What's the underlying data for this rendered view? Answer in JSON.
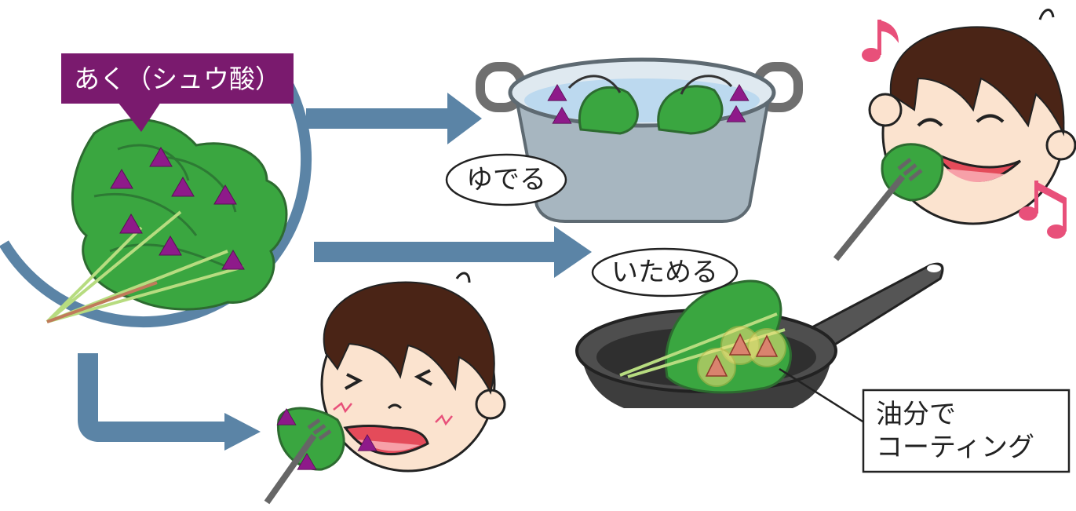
{
  "labels": {
    "aku": "あく（シュウ酸）",
    "boil": "ゆでる",
    "stir_fry": "いためる",
    "oil_line1": "油分で",
    "oil_line2": "コーティング"
  },
  "colors": {
    "arrow_blue": "#5b84a6",
    "label_purple": "#7a1a6e",
    "leaf_green": "#3aa640",
    "leaf_dark": "#2d7a34",
    "triangle_purple": "#8e1a8a",
    "hair_brown": "#4a2416",
    "skin": "#fbe3cf",
    "note_pink": "#e8507a",
    "pot_grey": "#8d9aa3",
    "pan_dark": "#4a4a4a"
  },
  "icons": [
    "spinach-bunch",
    "oxalic-acid-triangle",
    "cooking-pot",
    "frying-pan",
    "happy-boy-face",
    "disgusted-boy-face",
    "fork",
    "music-note"
  ]
}
